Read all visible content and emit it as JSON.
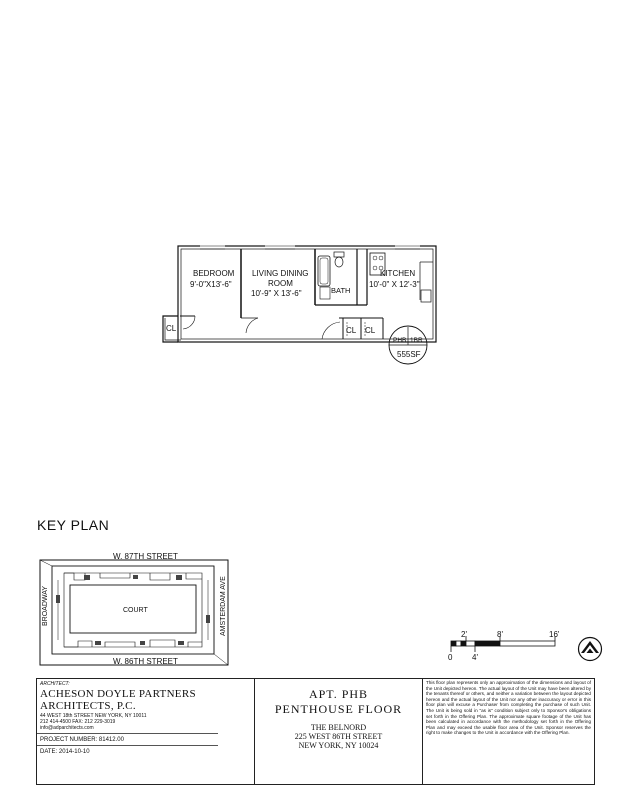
{
  "floorplan": {
    "rooms": {
      "bedroom_name": "BEDROOM",
      "bedroom_dim": "9'-0\"X13'-6\"",
      "living_name": "LIVING DINING",
      "living_name2": "ROOM",
      "living_dim": "10'-9\" X 13'-6\"",
      "bath": "BATH",
      "kitchen_name": "KITCHEN",
      "kitchen_dim": "10'-0\" X 12'-3\"",
      "closet": "CL"
    },
    "unit_tag": {
      "unit": "PHB",
      "type": "1BR",
      "area": "555SF"
    }
  },
  "keyplan": {
    "title": "KEY PLAN",
    "north_street": "W. 87TH STREET",
    "south_street": "W. 86TH STREET",
    "west_street": "BROADWAY",
    "east_street": "AMSTERDAM AVE",
    "court": "COURT"
  },
  "scale": {
    "labels": [
      "2'",
      "8'",
      "16'",
      "0",
      "4'"
    ]
  },
  "titleblock": {
    "architect_label": "ARCHITECT:",
    "firm_line1": "ACHESON DOYLE PARTNERS",
    "firm_line2": "ARCHITECTS, P.C.",
    "address": "44 WEST 18th STREET   NEW YORK, NY 10011",
    "phone": "212 414-4500  FAX: 212 229-3019",
    "email": "info@adparchitects.com",
    "project_number": "PROJECT NUMBER: 81412.00",
    "date": "DATE: 2014-10-10",
    "apt": "APT. PHB",
    "floor": "PENTHOUSE FLOOR",
    "building": "THE BELNORD",
    "street": "225 WEST 86TH STREET",
    "city": "NEW YORK, NY 10024",
    "disclaimer": "This floor plan represents only an approximation of the dimensions and layout of the Unit depicted hereon. The actual layout of the Unit may have been altered by the tenants thereof or others, and neither a variation between the layout depicted hereon and the actual layout of the Unit nor any other inaccuracy or error in this floor plan will excuse a Purchaser from completing the purchase of such Unit. The Unit is being sold in \"as is\" condition subject only to Sponsor's obligations set forth in the Offering Plan. The approximate square footage of the Unit has been calculated in accordance with the methodology set forth in the Offering Plan and may exceed the usable floor area of the Unit. Sponsor reserves the right to make changes to the Unit in accordance with the Offering Plan."
  }
}
